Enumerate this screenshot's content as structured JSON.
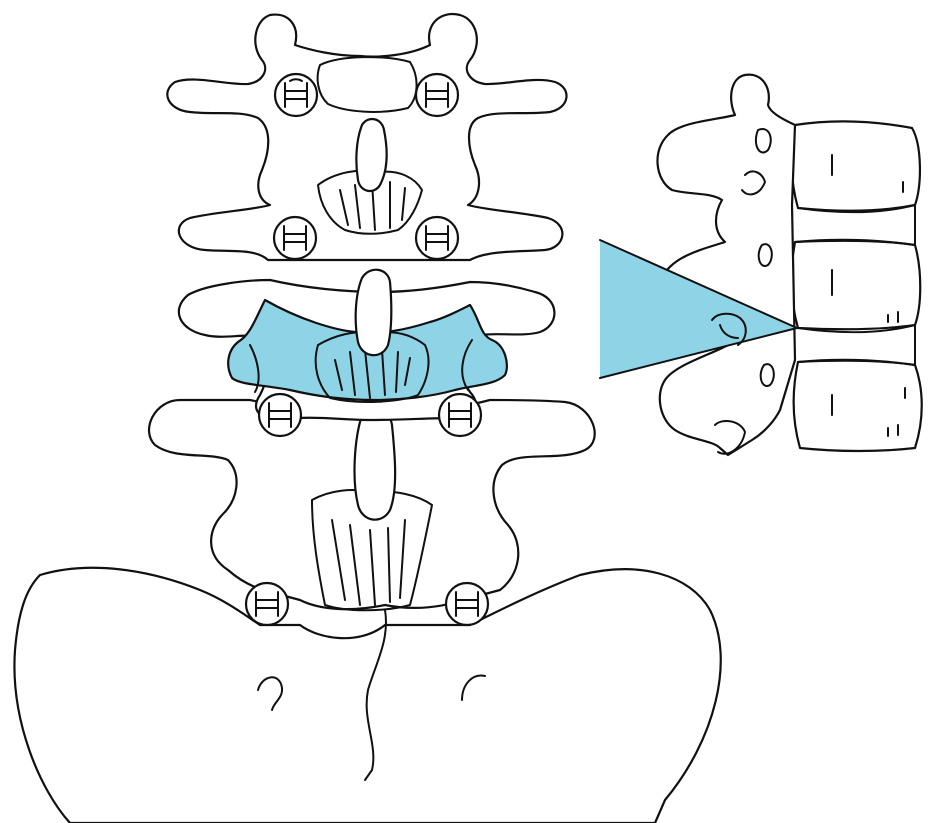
{
  "figure": {
    "kind": "anatomical-illustration",
    "subject": "lumbar-spine",
    "views": [
      "posterior-view",
      "lateral-view"
    ],
    "highlighted_region": "lumbar-segment-posterior-elements",
    "colors": {
      "highlight": "#8fd4e6",
      "outline": "#111111",
      "bone_fill": "#ffffff",
      "background": "#ffffff"
    }
  }
}
